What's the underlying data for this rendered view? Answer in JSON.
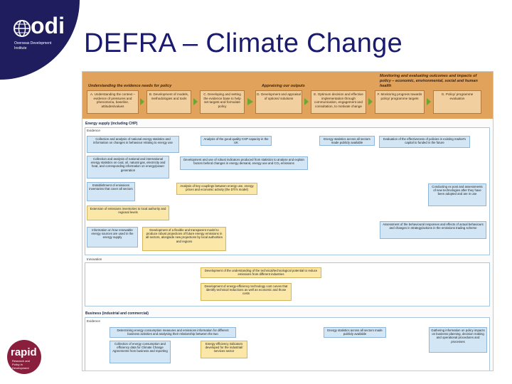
{
  "slide": {
    "title": "DEFRA – Climate Change",
    "logo_text": "odi",
    "logo_subtitle": "Overseas Development Institute",
    "rapid_text": "rapid",
    "rapid_subtitle": "Research and Policy in Development"
  },
  "colors": {
    "logo_navy": "#1f1d5e",
    "rapid_maroon": "#8a1f3d",
    "header_orange": "#e1a25c",
    "arrow_green": "#6aa832",
    "box_blue": "#d2e6f5",
    "box_yellow": "#fbe8a8"
  },
  "header": {
    "group1": "Understanding the evidence needs for policy",
    "group2": "Appraising our outputs",
    "group3": "Monitoring and evaluating outcomes and impacts of policy – economic, environmental, social and human health",
    "steps": [
      "A. Understanding the context – evidence of pressures and phenomena, baseline, attitudes/values",
      "B. Development of models, methodologies and tools",
      "C. Developing and setting the evidence base to help set targets and formulate policy",
      "D. Development and appraisal of options/ solutions",
      "E. Optimum decision and effective implementation through communication, engagement and consultation, to motivate change",
      "F. Monitoring progress towards policy/ programme targets",
      "G. Policy/ programme evaluation"
    ]
  },
  "energy": {
    "heading": "Energy supply (including CHP)",
    "evidence_label": "Evidence",
    "innovation_label": "Innovation",
    "boxes": [
      "Collection and analysis of national energy statistics and information on changes in behaviour relating to energy use",
      "Analysis of the good quality CHP capacity in the UK",
      "Energy statistics across all sectors made publicly available",
      "Evaluation of the effectiveness of policies in existing market's capital to funded in the future",
      "Collection and analysis of national and international energy statistics on coal, oil, natural gas, electricity and heat, and corresponding information on energy/power generation",
      "Development and use of robust indicators produced from statistics to analyse and explain factors behind changes in energy demand, energy use and CO₂ emissions",
      "Establishment of emissions inventories that cover all sectors",
      "Analysis of key couplings between energy use, energy prices and economic activity (the DTI's model)",
      "Conducting ex post and assessments of new technologies after they have been adopted and are in use",
      "Extension of emissions inventories to local authority and regional levels",
      "Information on how renewable energy sources are used in the energy supply",
      "Development of a flexible and transparent model to produce robust projections of future energy emissions in all sectors, alongside new projections by local authorities and regions",
      "Assessment of the behavioural responses and effects of actual behaviours and changes in strategy/actions in the emissions trading scheme",
      "Development of the understanding of the technical/technological potential to reduce emissions from different industries",
      "Development of energy-efficiency technology cost curves that identify technical reductions as well as economic and those costs"
    ]
  },
  "business": {
    "heading": "Business (industrial and commercial)",
    "evidence_label": "Evidence",
    "boxes": [
      "Determining energy consumption measures and emissions information for different business activities and analysing their relationship between the two",
      "Energy statistics across all sectors made publicly available",
      "Gathering information on policy impacts on business planning, decision making and operational procedures and processes",
      "Collection of energy consumption and efficiency data for Climate Change Agreements from business and reporting",
      "Energy efficiency indicators developed for the industrial/ services sector"
    ]
  }
}
